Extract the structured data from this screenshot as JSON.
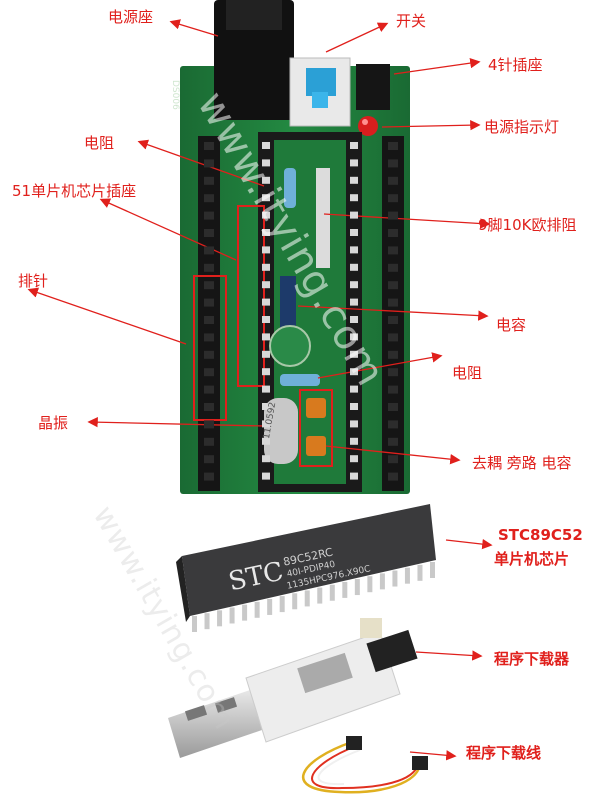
{
  "labels": {
    "power_socket": "电源座",
    "switch": "开关",
    "pin4_header": "4针插座",
    "power_led": "电源指示灯",
    "resistor_top": "电阻",
    "mcu_socket": "51单片机芯片插座",
    "resistor_array": "9脚10K欧排阻",
    "pin_header": "排针",
    "capacitor": "电容",
    "resistor_bottom": "电阻",
    "crystal": "晶振",
    "decoupling_caps": "去耦 旁路 电容",
    "chip_model": "STC89C52",
    "chip_name": "单片机芯片",
    "programmer": "程序下载器",
    "download_cable": "程序下载线"
  },
  "chip": {
    "brand": "STC",
    "line1": "89C52RC",
    "line2": "40I-PDIP40",
    "line3": "1135HPC976.X90C"
  },
  "board": {
    "silk_top": "DS006",
    "crystal_text": "11.0592"
  },
  "watermark": "www.itying.com",
  "colors": {
    "label": "#e0201c",
    "pcb": "#1f7a3a",
    "chip": "#3a3a3c",
    "header": "#151515"
  }
}
